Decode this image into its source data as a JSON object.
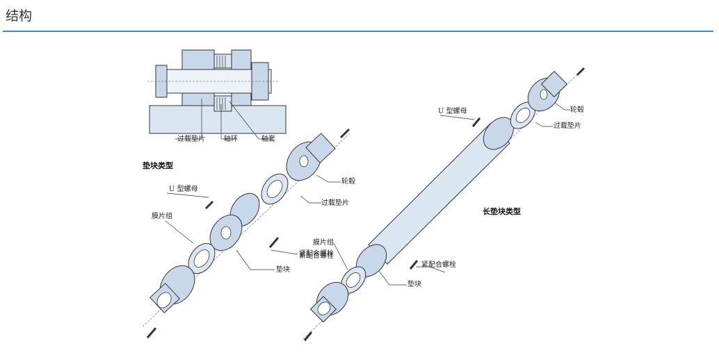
{
  "header": {
    "title": "结构",
    "accent_color": "#2c8fd0"
  },
  "diagram": {
    "section_label": {
      "pad_type": "垫块类型",
      "long_pad_type": "长垫块类型"
    },
    "labels": {
      "overload_washer": "过载垫片",
      "shaft_ring": "轴环",
      "shaft_sleeve": "轴套",
      "hub": "轮毂",
      "u_nut": "U 型螺母",
      "u_nut_b": "U 型螺母",
      "overload_washer_b": "过载垫片",
      "membrane_set": "膜片组",
      "membrane_set_b": "膜片组",
      "fit_bolt": "紧配合螺栓",
      "fit_bolt_b": "紧配合螺栓",
      "spacer": "垫块",
      "spacer_b": "垫块",
      "hub_b": "轮毂",
      "overload_washer_c": "过载垫片"
    },
    "fill_color": "#c8d7ea"
  }
}
